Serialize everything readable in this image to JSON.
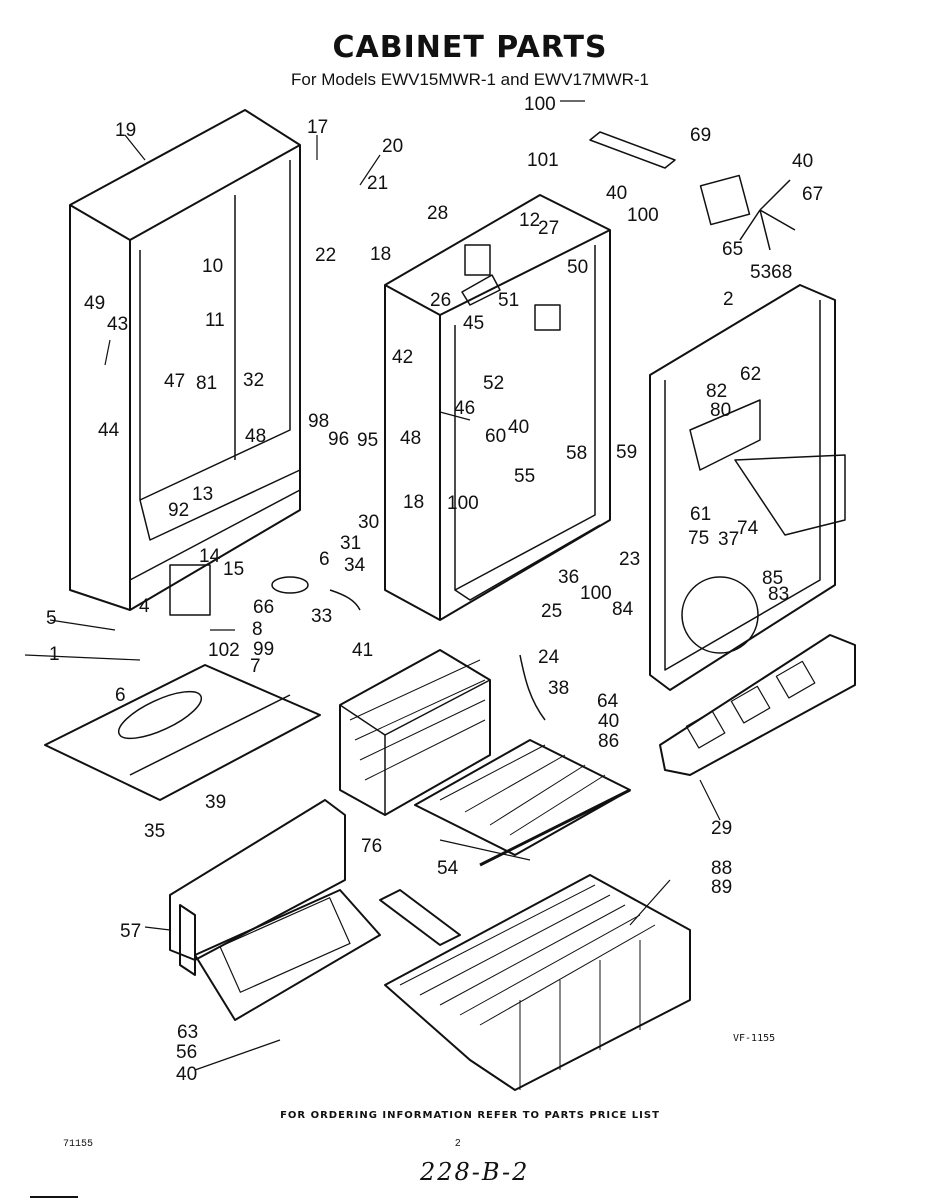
{
  "header": {
    "title": "CABINET PARTS",
    "subtitle": "For Models EWV15MWR-1 and EWV17MWR-1"
  },
  "diagram": {
    "figure_code": "VF-1155",
    "part_labels": [
      "100",
      "69",
      "101",
      "40",
      "40",
      "100",
      "67",
      "65",
      "5368",
      "19",
      "17",
      "20",
      "21",
      "18",
      "28",
      "12",
      "27",
      "22",
      "50",
      "26",
      "51",
      "2",
      "49",
      "43",
      "10",
      "11",
      "45",
      "62",
      "47",
      "32",
      "42",
      "52",
      "82",
      "81",
      "80",
      "46",
      "44",
      "48",
      "60",
      "40",
      "58",
      "98",
      "96",
      "95",
      "48",
      "59",
      "55",
      "18",
      "92",
      "13",
      "100",
      "30",
      "61",
      "74",
      "75",
      "37",
      "31",
      "14",
      "15",
      "6",
      "34",
      "23",
      "36",
      "85",
      "100",
      "25",
      "83",
      "4",
      "66",
      "33",
      "84",
      "5",
      "8",
      "41",
      "24",
      "102",
      "99",
      "1",
      "7",
      "38",
      "64",
      "40",
      "6",
      "86",
      "39",
      "29",
      "35",
      "76",
      "88",
      "89",
      "54",
      "57",
      "63",
      "56",
      "40"
    ]
  },
  "footer": {
    "ordering_note": "FOR ORDERING INFORMATION REFER TO PARTS PRICE LIST",
    "doc_number": "71155",
    "page_number": "2",
    "handwritten_note": "228-B-2"
  }
}
